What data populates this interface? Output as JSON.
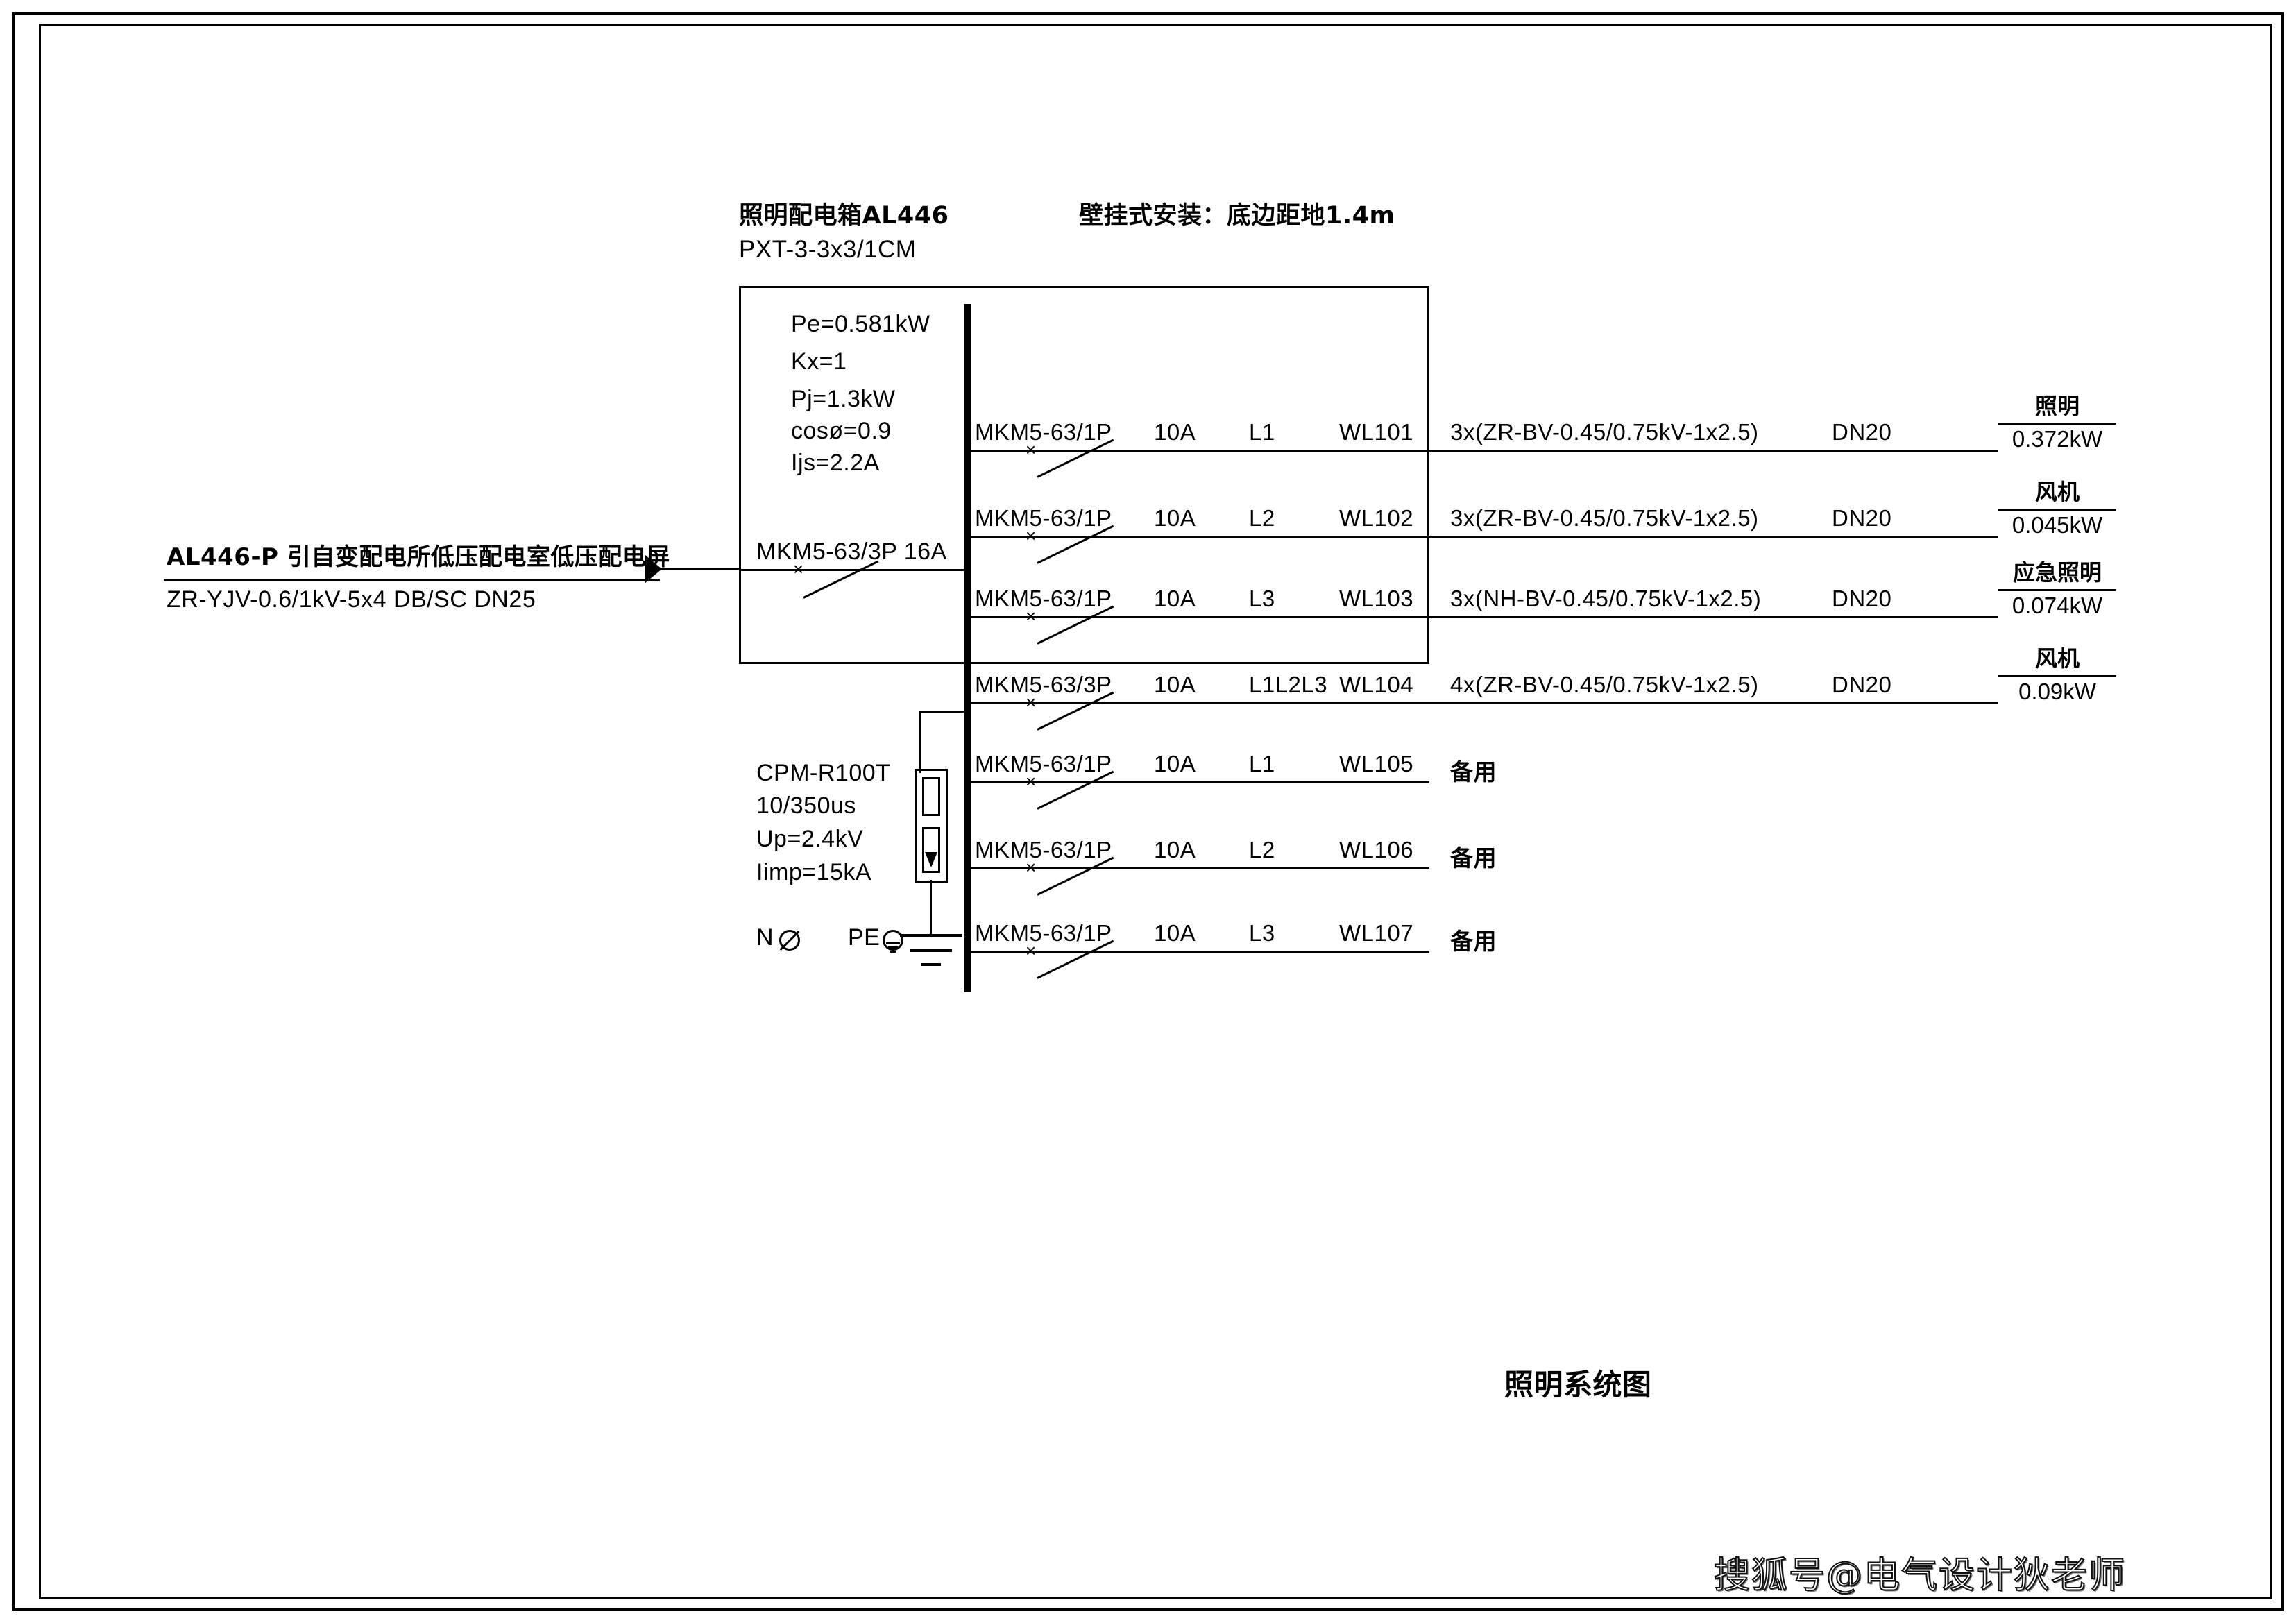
{
  "drawing": {
    "title": "照明系统图",
    "watermark": "搜狐号@电气设计狄老师"
  },
  "panel": {
    "name_label": "照明配电箱AL446",
    "model": "PXT-3-3x3/1CM",
    "mounting_note": "壁挂式安装：底边距地1.4m",
    "parameters": [
      "Pe=0.581kW",
      "Kx=1",
      "Pj=1.3kW",
      "cosø=0.9",
      "Ijs=2.2A"
    ]
  },
  "incoming": {
    "source_label": "AL446-P  引自变配电所低压配电室低压配电屏",
    "cable_label": "ZR-YJV-0.6/1kV-5x4  DB/SC  DN25",
    "main_breaker": "MKM5-63/3P  16A"
  },
  "spd": {
    "model": "CPM-R100T",
    "waveform": "10/350us",
    "up": "Up=2.4kV",
    "iimp": "Iimp=15kA",
    "n_terminal": "N",
    "pe_terminal": "PE"
  },
  "circuits": [
    {
      "breaker": "MKM5-63/1P",
      "rating": "10A",
      "phase": "L1",
      "circuit_id": "WL101",
      "cable": "3x(ZR-BV-0.45/0.75kV-1x2.5)",
      "conduit": "DN20",
      "load_name": "照明",
      "load_power": "0.372kW",
      "spare": false
    },
    {
      "breaker": "MKM5-63/1P",
      "rating": "10A",
      "phase": "L2",
      "circuit_id": "WL102",
      "cable": "3x(ZR-BV-0.45/0.75kV-1x2.5)",
      "conduit": "DN20",
      "load_name": "风机",
      "load_power": "0.045kW",
      "spare": false
    },
    {
      "breaker": "MKM5-63/1P",
      "rating": "10A",
      "phase": "L3",
      "circuit_id": "WL103",
      "cable": "3x(NH-BV-0.45/0.75kV-1x2.5)",
      "conduit": "DN20",
      "load_name": "应急照明",
      "load_power": "0.074kW",
      "spare": false
    },
    {
      "breaker": "MKM5-63/3P",
      "rating": "10A",
      "phase": "L1L2L3",
      "circuit_id": "WL104",
      "cable": "4x(ZR-BV-0.45/0.75kV-1x2.5)",
      "conduit": "DN20",
      "load_name": "风机",
      "load_power": "0.09kW",
      "spare": false
    },
    {
      "breaker": "MKM5-63/1P",
      "rating": "10A",
      "phase": "L1",
      "circuit_id": "WL105",
      "cable": "",
      "conduit": "",
      "load_name": "备用",
      "load_power": "",
      "spare": true
    },
    {
      "breaker": "MKM5-63/1P",
      "rating": "10A",
      "phase": "L2",
      "circuit_id": "WL106",
      "cable": "",
      "conduit": "",
      "load_name": "备用",
      "load_power": "",
      "spare": true
    },
    {
      "breaker": "MKM5-63/1P",
      "rating": "10A",
      "phase": "L3",
      "circuit_id": "WL107",
      "cable": "",
      "conduit": "",
      "load_name": "备用",
      "load_power": "",
      "spare": true
    }
  ]
}
